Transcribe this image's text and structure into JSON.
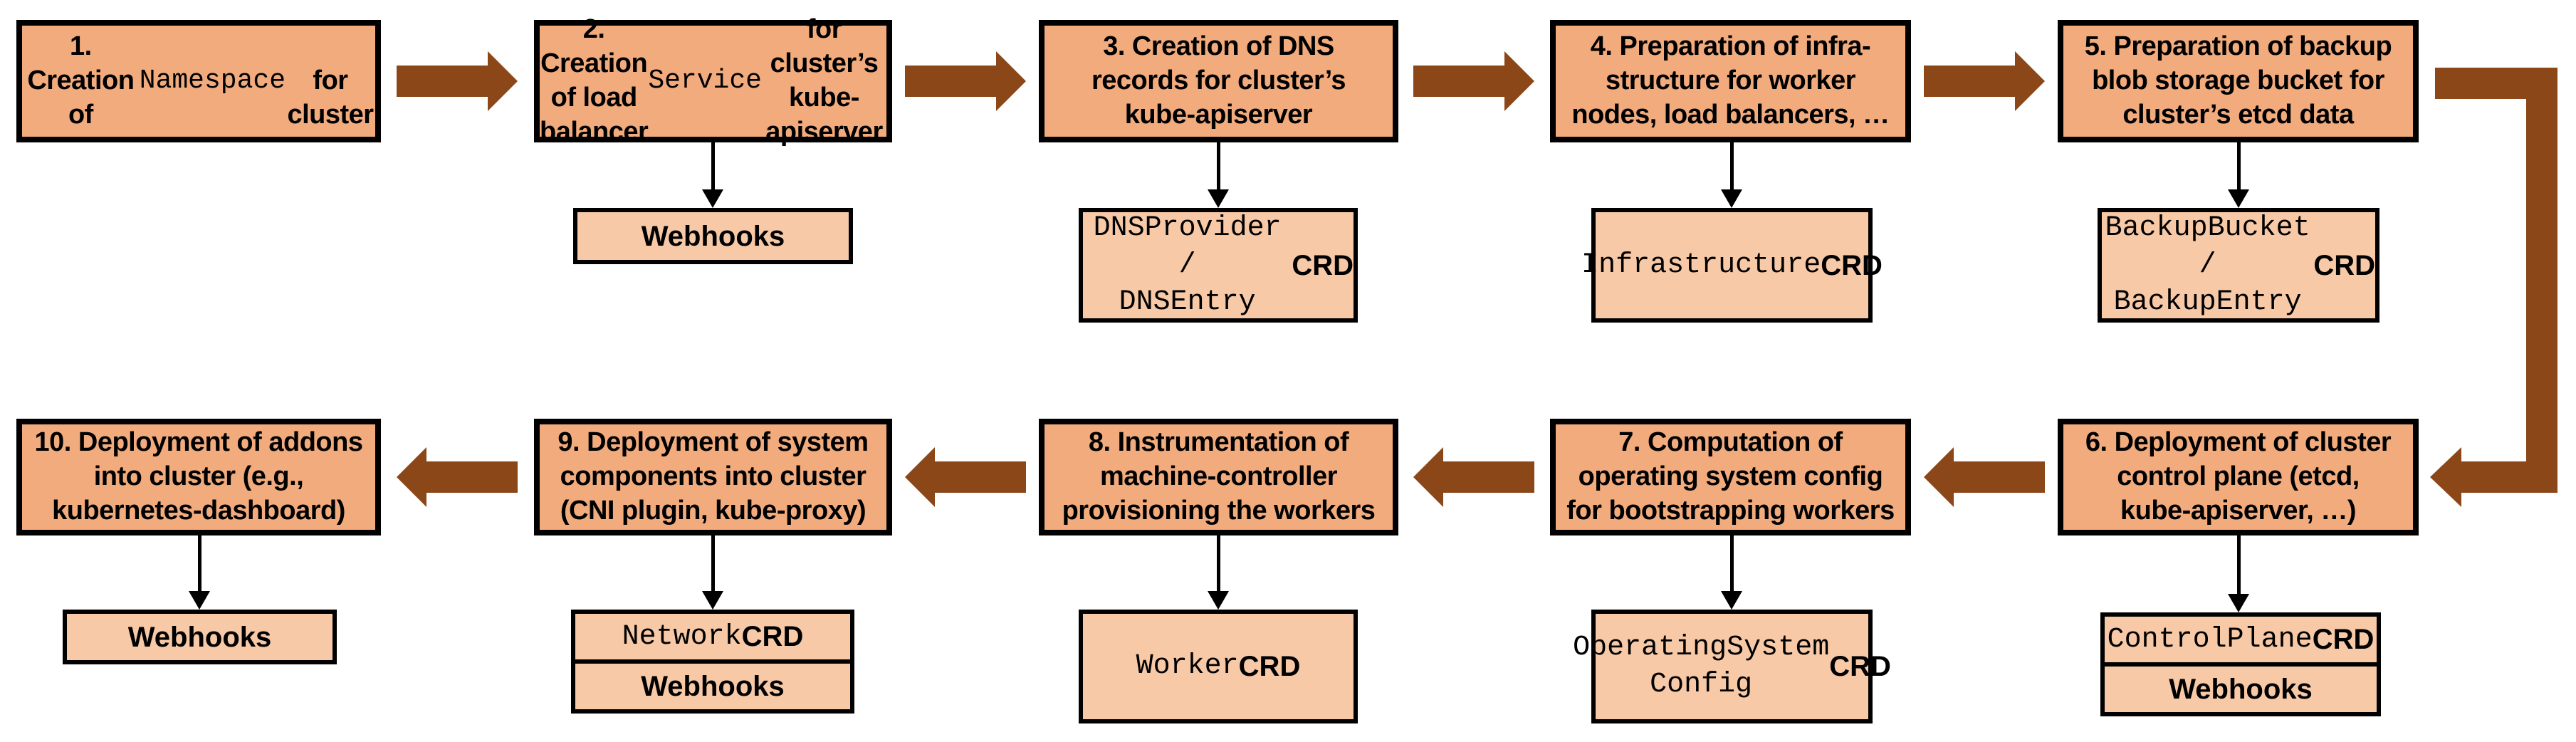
{
  "colors": {
    "main_fill": "#F2AB7D",
    "sub_fill": "#F7C9A7",
    "arrow": "#8B4718",
    "border": "#000000",
    "connector": "#000000"
  },
  "steps": [
    {
      "segments": [
        [
          "1. Creation of\n",
          "sans"
        ],
        [
          "Namespace",
          "mono"
        ],
        [
          "\nfor cluster",
          "sans"
        ]
      ]
    },
    {
      "segments": [
        [
          "2. Creation of load\nbalancer ",
          "sans"
        ],
        [
          "Service",
          "mono"
        ],
        [
          " for\ncluster’s kube-apiserver",
          "sans"
        ]
      ]
    },
    {
      "segments": [
        [
          "3. Creation of DNS\nrecords for cluster’s\nkube-apiserver",
          "sans"
        ]
      ]
    },
    {
      "segments": [
        [
          "4. Preparation of infra-\nstructure for worker\nnodes, load balancers, …",
          "sans"
        ]
      ]
    },
    {
      "segments": [
        [
          "5. Preparation of backup\nblob storage bucket for\ncluster’s etcd data",
          "sans"
        ]
      ]
    },
    {
      "segments": [
        [
          "6. Deployment of cluster\ncontrol plane (etcd,\nkube-apiserver, …)",
          "sans"
        ]
      ]
    },
    {
      "segments": [
        [
          "7. Computation of\noperating system config\nfor bootstrapping workers",
          "sans"
        ]
      ]
    },
    {
      "segments": [
        [
          "8. Instrumentation of\nmachine-controller\nprovisioning the workers",
          "sans"
        ]
      ]
    },
    {
      "segments": [
        [
          "9. Deployment of system\ncomponents into cluster\n(CNI plugin, kube-proxy)",
          "sans"
        ]
      ]
    },
    {
      "segments": [
        [
          "10. Deployment of addons\ninto cluster (e.g.,\nkubernetes-dashboard)",
          "sans"
        ]
      ]
    }
  ],
  "artifacts": {
    "webhooks_label": "Webhooks",
    "dns_crd": {
      "segments": [
        [
          "DNSProvider /\nDNSEntry",
          "mono"
        ],
        [
          " CRD",
          "crd"
        ]
      ]
    },
    "infrastructure_crd": {
      "segments": [
        [
          "Infrastructure\n",
          "mono"
        ],
        [
          "CRD",
          "crd"
        ]
      ]
    },
    "backup_crd": {
      "segments": [
        [
          "BackupBucket /\nBackupEntry",
          "mono"
        ],
        [
          " CRD",
          "crd"
        ]
      ]
    },
    "controlplane_crd": {
      "segments": [
        [
          "ControlPlane",
          "mono"
        ],
        [
          " CRD",
          "crd"
        ]
      ]
    },
    "osc_crd": {
      "segments": [
        [
          "OperatingSystem\nConfig",
          "mono"
        ],
        [
          " CRD",
          "crd"
        ]
      ]
    },
    "worker_crd": {
      "segments": [
        [
          "Worker\n",
          "mono"
        ],
        [
          "CRD",
          "crd"
        ]
      ]
    },
    "network_crd": {
      "segments": [
        [
          "Network",
          "mono"
        ],
        [
          " CRD",
          "crd"
        ]
      ]
    }
  }
}
